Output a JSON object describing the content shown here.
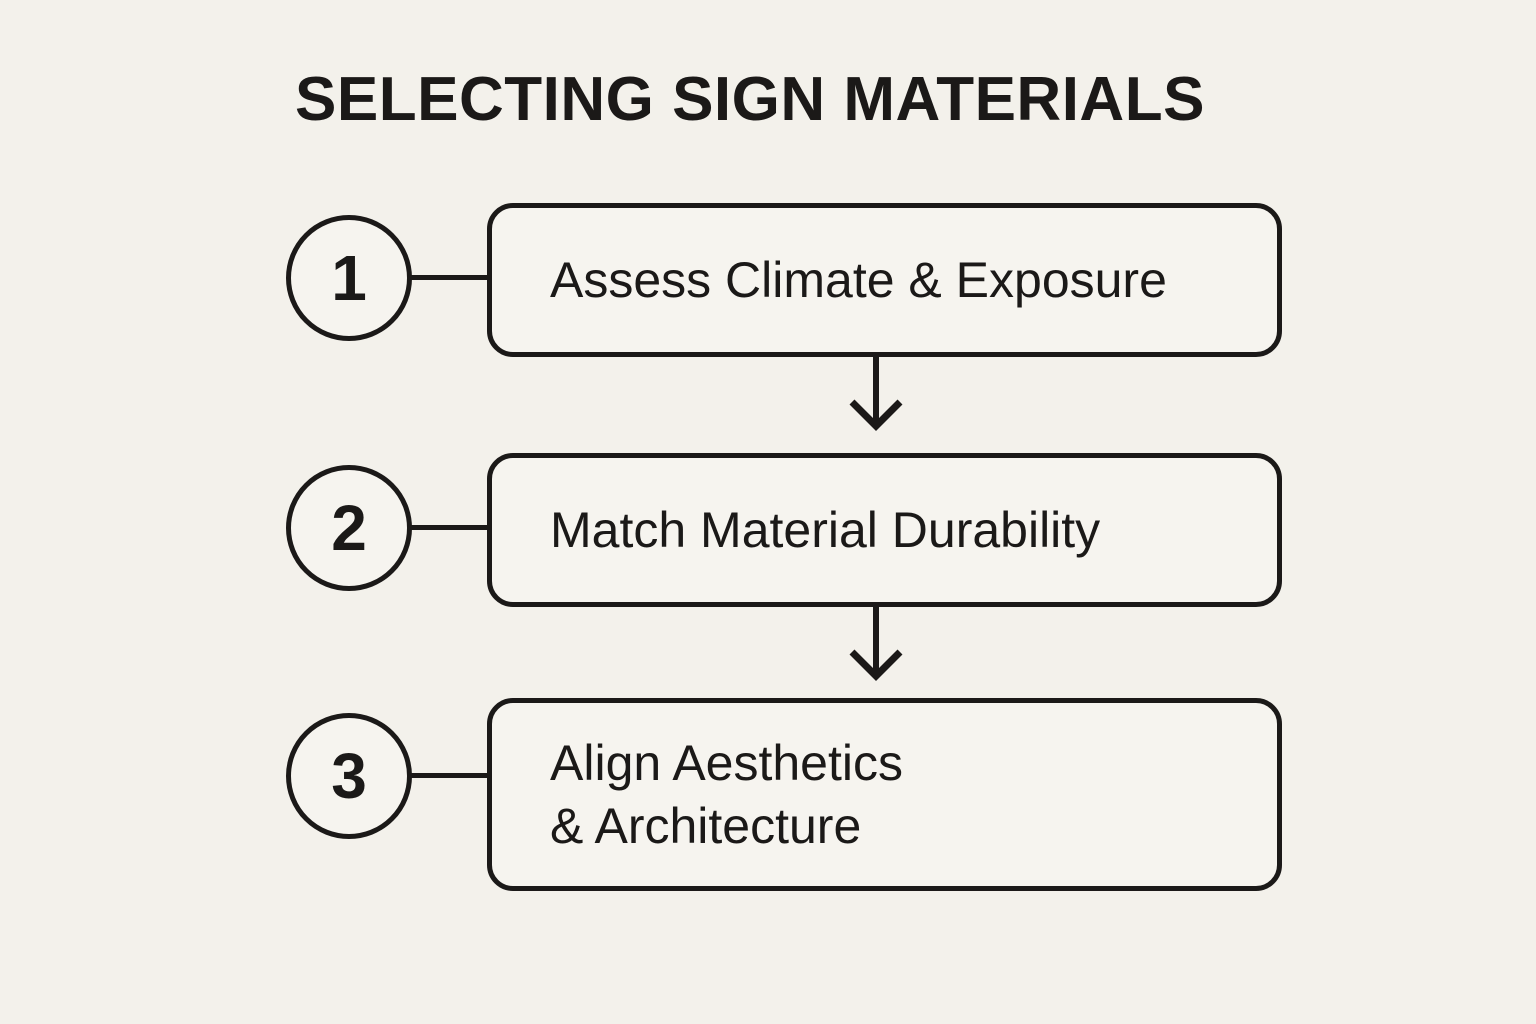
{
  "title": "SELECTING SIGN MATERIALS",
  "steps": [
    {
      "number": "1",
      "label": "Assess Climate & Exposure"
    },
    {
      "number": "2",
      "label": "Match Material Durability"
    },
    {
      "number": "3",
      "label": "Align Aesthetics\n& Architecture"
    }
  ],
  "icons": {
    "step_arrow": "arrow-down"
  },
  "colors": {
    "background": "#f3f1eb",
    "box_fill": "#f6f4ef",
    "ink": "#1b1918"
  }
}
